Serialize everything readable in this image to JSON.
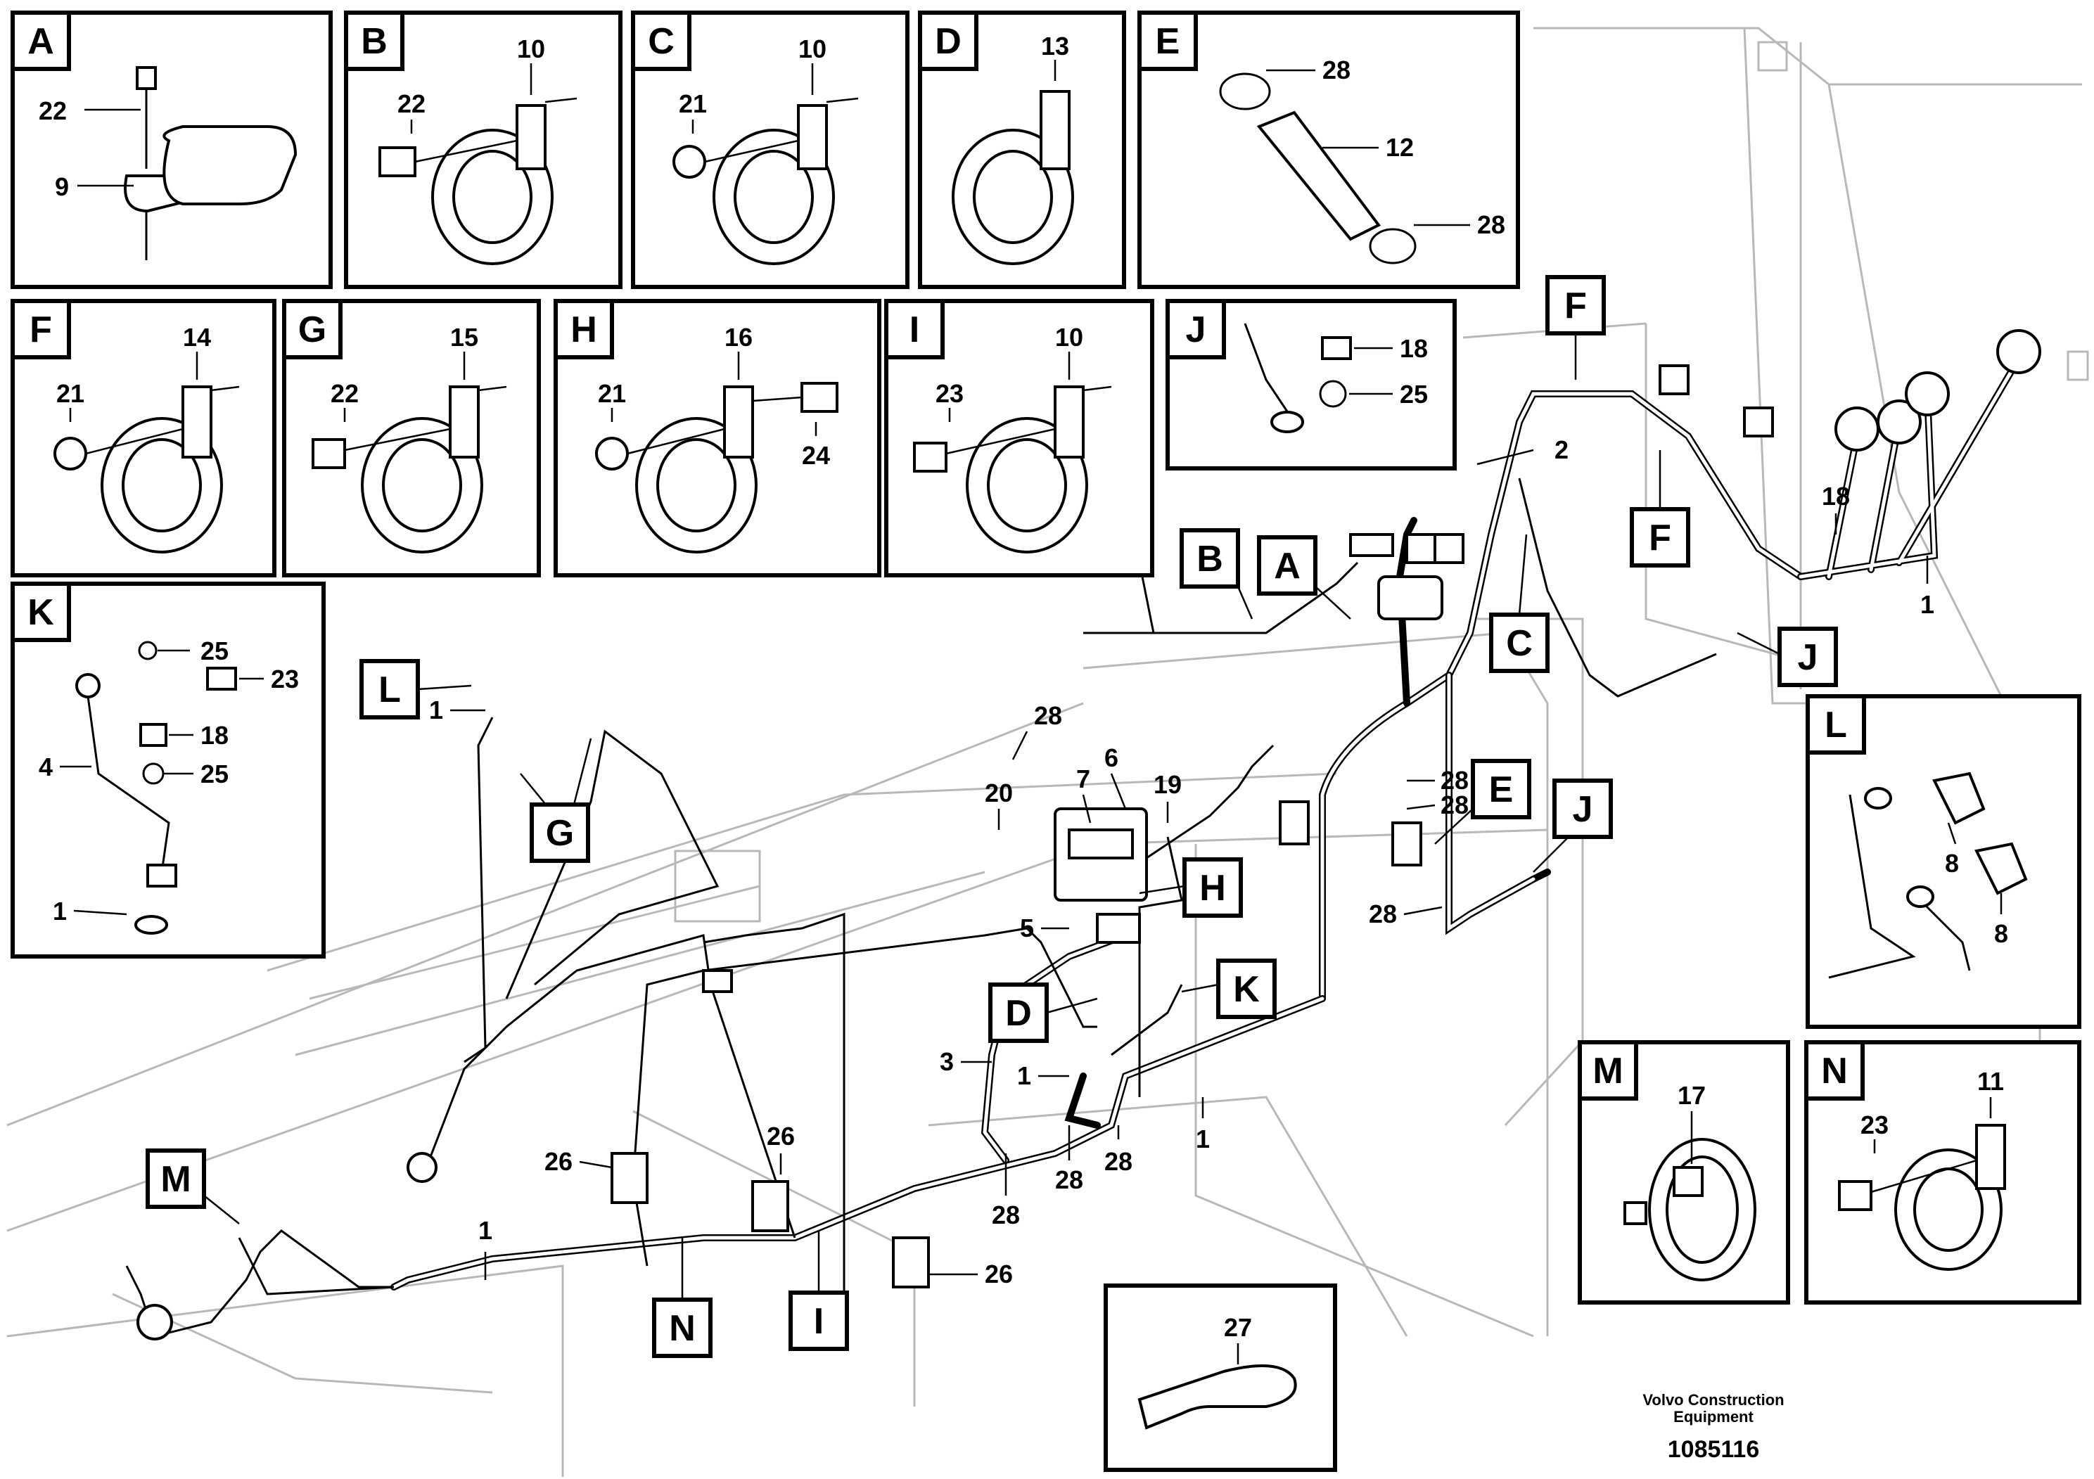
{
  "panels": {
    "A": {
      "key": "A",
      "numbers": [
        "22",
        "9"
      ]
    },
    "B": {
      "key": "B",
      "numbers": [
        "10",
        "22"
      ]
    },
    "C": {
      "key": "C",
      "numbers": [
        "10",
        "21"
      ]
    },
    "D": {
      "key": "D",
      "numbers": [
        "13"
      ]
    },
    "E": {
      "key": "E",
      "numbers": [
        "28",
        "12",
        "28"
      ]
    },
    "F": {
      "key": "F",
      "numbers": [
        "14",
        "21"
      ]
    },
    "G": {
      "key": "G",
      "numbers": [
        "15",
        "22"
      ]
    },
    "H": {
      "key": "H",
      "numbers": [
        "16",
        "21",
        "24"
      ]
    },
    "I": {
      "key": "I",
      "numbers": [
        "10",
        "23"
      ]
    },
    "J": {
      "key": "J",
      "numbers": [
        "18",
        "25"
      ]
    },
    "K": {
      "key": "K",
      "numbers": [
        "25",
        "23",
        "18",
        "25",
        "4",
        "1"
      ]
    },
    "L": {
      "key": "L",
      "numbers": [
        "8",
        "8"
      ]
    },
    "M": {
      "key": "M",
      "numbers": [
        "17"
      ]
    },
    "N": {
      "key": "N",
      "numbers": [
        "11",
        "23"
      ]
    },
    "tie": {
      "numbers": [
        "27"
      ]
    }
  },
  "main": {
    "callouts": [
      "B",
      "A",
      "F",
      "F",
      "C",
      "J",
      "L",
      "G",
      "E",
      "J",
      "H",
      "D",
      "K",
      "M",
      "N",
      "I"
    ],
    "numbers": [
      "2",
      "18",
      "1",
      "1",
      "28",
      "7",
      "6",
      "20",
      "19",
      "28",
      "28",
      "5",
      "28",
      "3",
      "1",
      "1",
      "28",
      "28",
      "28",
      "26",
      "26",
      "26",
      "1"
    ]
  },
  "footer": {
    "brand_line1": "Volvo Construction",
    "brand_line2": "Equipment",
    "drawing_number": "1085116"
  }
}
